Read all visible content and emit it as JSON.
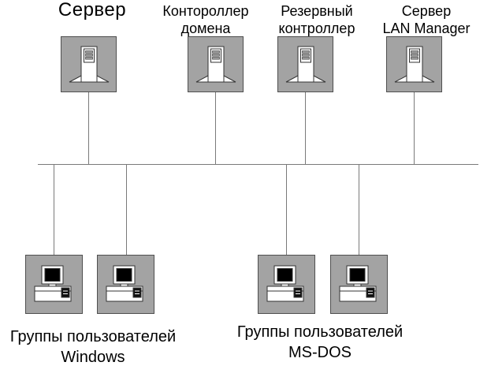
{
  "diagram": {
    "background": "#ffffff",
    "line_color": "#7a7a7a",
    "node_fill": "#a3a3a3",
    "node_border": "#4f4f4f",
    "servers": [
      {
        "id": "server",
        "label_line1": "Сервер",
        "label_line2": ""
      },
      {
        "id": "domain-controller",
        "label_line1": "Контороллер",
        "label_line2": "домена"
      },
      {
        "id": "backup-controller",
        "label_line1": "Резервный",
        "label_line2": "контроллер"
      },
      {
        "id": "lan-manager-server",
        "label_line1": "Сервер",
        "label_line2": "LAN Manager"
      }
    ],
    "groups": [
      {
        "id": "windows-users",
        "label_line1": "Группы пользователей",
        "label_line2": "Windows",
        "workstation_count": 2
      },
      {
        "id": "msdos-users",
        "label_line1": "Группы пользователей",
        "label_line2": "MS-DOS",
        "workstation_count": 2
      }
    ]
  }
}
